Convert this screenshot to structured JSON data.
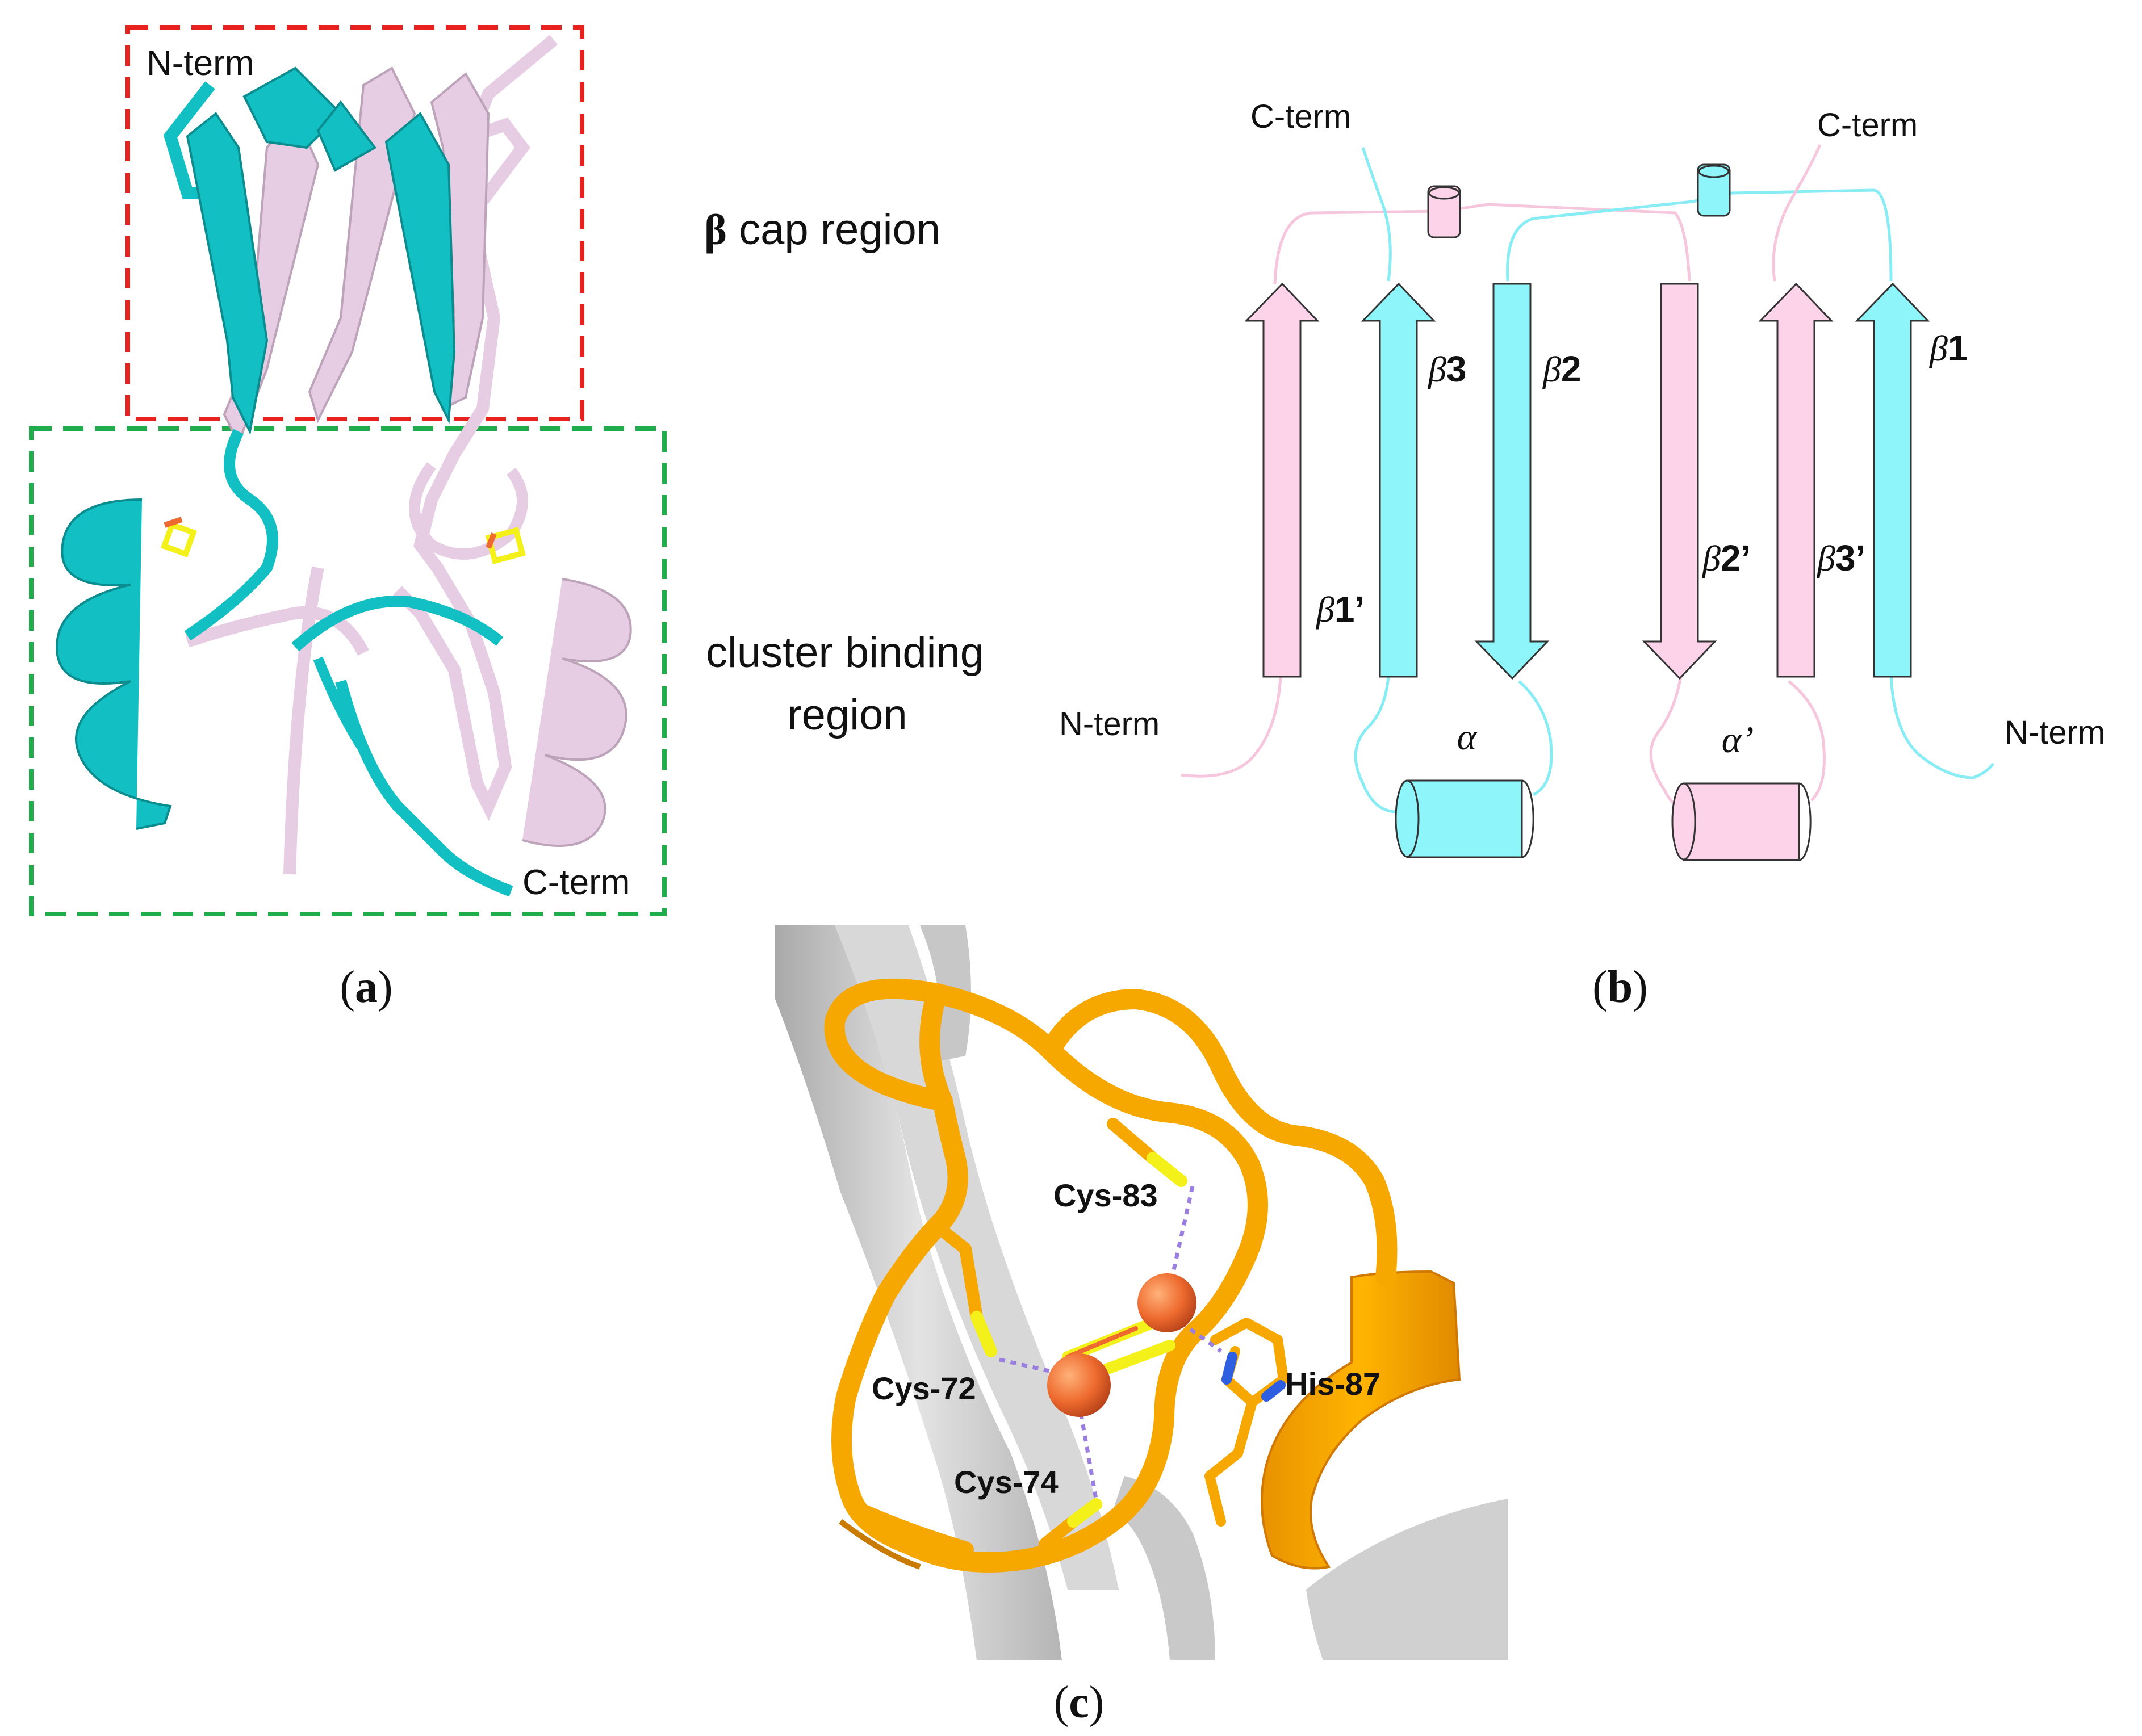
{
  "panel_a": {
    "label_open": "(",
    "label_letter": "a",
    "label_close": ")",
    "n_term": "N-term",
    "c_term": "C-term",
    "beta_cap_symbol": "β",
    "beta_cap_text": " cap region",
    "cluster_line1": "cluster binding",
    "cluster_line2": "region",
    "colors": {
      "chain_a": "#12bfc2",
      "chain_b": "#e6cde3",
      "cap_box": "#e8201e",
      "cluster_box": "#1fae4b"
    }
  },
  "panel_b": {
    "label_open": "(",
    "label_letter": "b",
    "label_close": ")",
    "c_term_left": "C-term",
    "c_term_right": "C-term",
    "n_term_left": "N-term",
    "n_term_right": "N-term",
    "strands": {
      "b1p": {
        "greek": "β",
        "num": "1’"
      },
      "b3": {
        "greek": "β",
        "num": "3"
      },
      "b2": {
        "greek": "β",
        "num": "2"
      },
      "b2p": {
        "greek": "β",
        "num": "2’"
      },
      "b3p": {
        "greek": "β",
        "num": "3’"
      },
      "b1": {
        "greek": "β",
        "num": "1"
      }
    },
    "helix_alpha": "α",
    "helix_alpha_prime": "α’",
    "colors": {
      "cyan": "#8ef6fb",
      "pink": "#fdd3ea",
      "cyan_line": "#88ecf4",
      "pink_line": "#f6c6dd"
    }
  },
  "panel_c": {
    "label_open": "(",
    "label_letter": "c",
    "label_close": ")",
    "residues": {
      "cys83": "Cys-83",
      "cys72": "Cys-72",
      "cys74": "Cys-74",
      "his87": "His-87"
    },
    "colors": {
      "loop": "#f6a800",
      "sulfur": "#f3f01a",
      "iron": "#ee6a2e",
      "nitrogen": "#2d5fe0",
      "bond": "#9a7fe0",
      "sheet": "#cfcfcf"
    }
  }
}
